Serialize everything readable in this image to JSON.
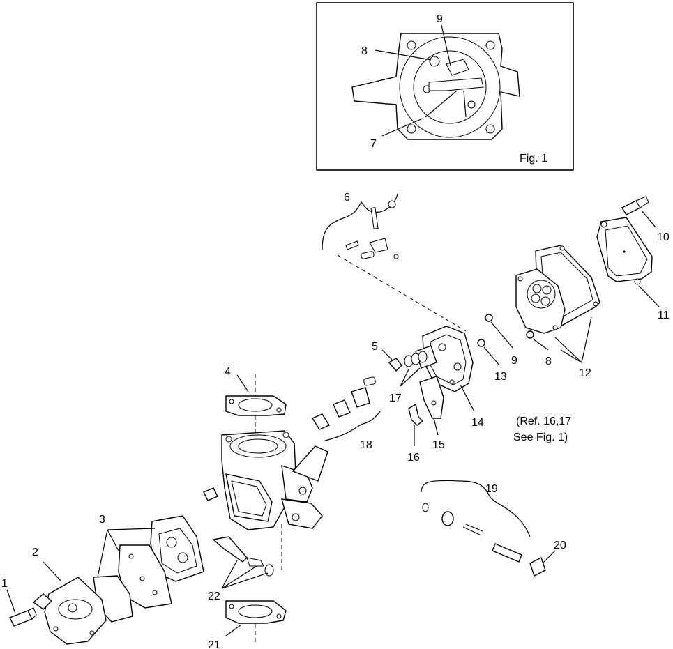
{
  "figure": {
    "inset_caption": "Fig. 1",
    "reference_note_line1": "(Ref. 16,17",
    "reference_note_line2": "See Fig. 1)"
  },
  "callouts": {
    "c1": "1",
    "c2": "2",
    "c3": "3",
    "c4": "4",
    "c5": "5",
    "c6": "6",
    "c7": "7",
    "c8": "8",
    "c9": "9",
    "c10": "10",
    "c11": "11",
    "c12": "12",
    "c13": "13",
    "c14": "14",
    "c15": "15",
    "c16": "16",
    "c17": "17",
    "c18": "18",
    "c19": "19",
    "c20": "20",
    "c21": "21",
    "c22": "22"
  },
  "colors": {
    "ink": "#000000",
    "paper": "#ffffff"
  }
}
